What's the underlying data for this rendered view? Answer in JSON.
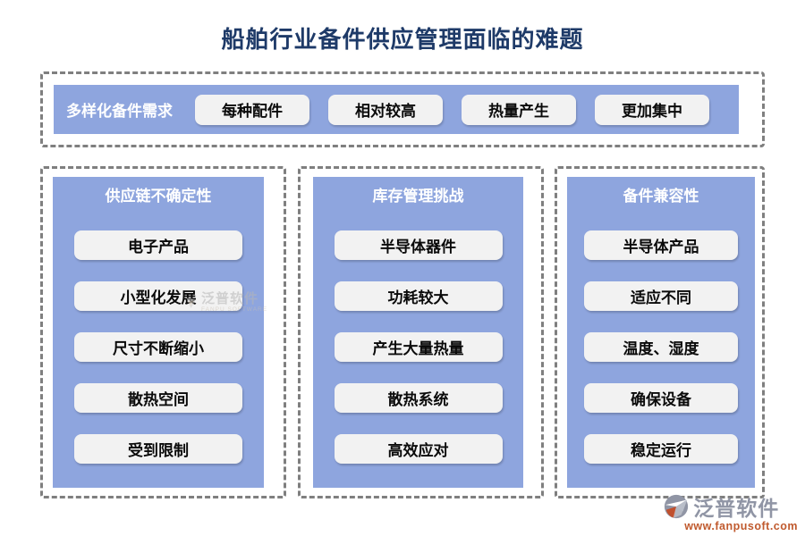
{
  "title": "船舶行业备件供应管理面临的难题",
  "top_section": {
    "label": "多样化备件需求",
    "buttons": [
      "每种配件",
      "相对较高",
      "热量产生",
      "更加集中"
    ]
  },
  "columns": [
    {
      "header": "供应链不确定性",
      "items": [
        "电子产品",
        "小型化发展",
        "尺寸不断缩小",
        "散热空间",
        "受到限制"
      ]
    },
    {
      "header": "库存管理挑战",
      "items": [
        "半导体器件",
        "功耗较大",
        "产生大量热量",
        "散热系统",
        "高效应对"
      ]
    },
    {
      "header": "备件兼容性",
      "items": [
        "半导体产品",
        "适应不同",
        "温度、湿度",
        "确保设备",
        "稳定运行"
      ]
    }
  ],
  "watermark": {
    "text": "泛普软件",
    "subtext": "FANPU SOFTWARE"
  },
  "footer_logo": {
    "brand": "泛普软件",
    "url": "www.fanpusoft.com"
  },
  "colors": {
    "panel_blue": "#8EA5DE",
    "title_navy": "#1E3A68",
    "dash_gray": "#7F7F7F",
    "item_bg": "#F2F2F2",
    "brand_gray": "#9095A5",
    "url_orange": "#C05A2E"
  }
}
